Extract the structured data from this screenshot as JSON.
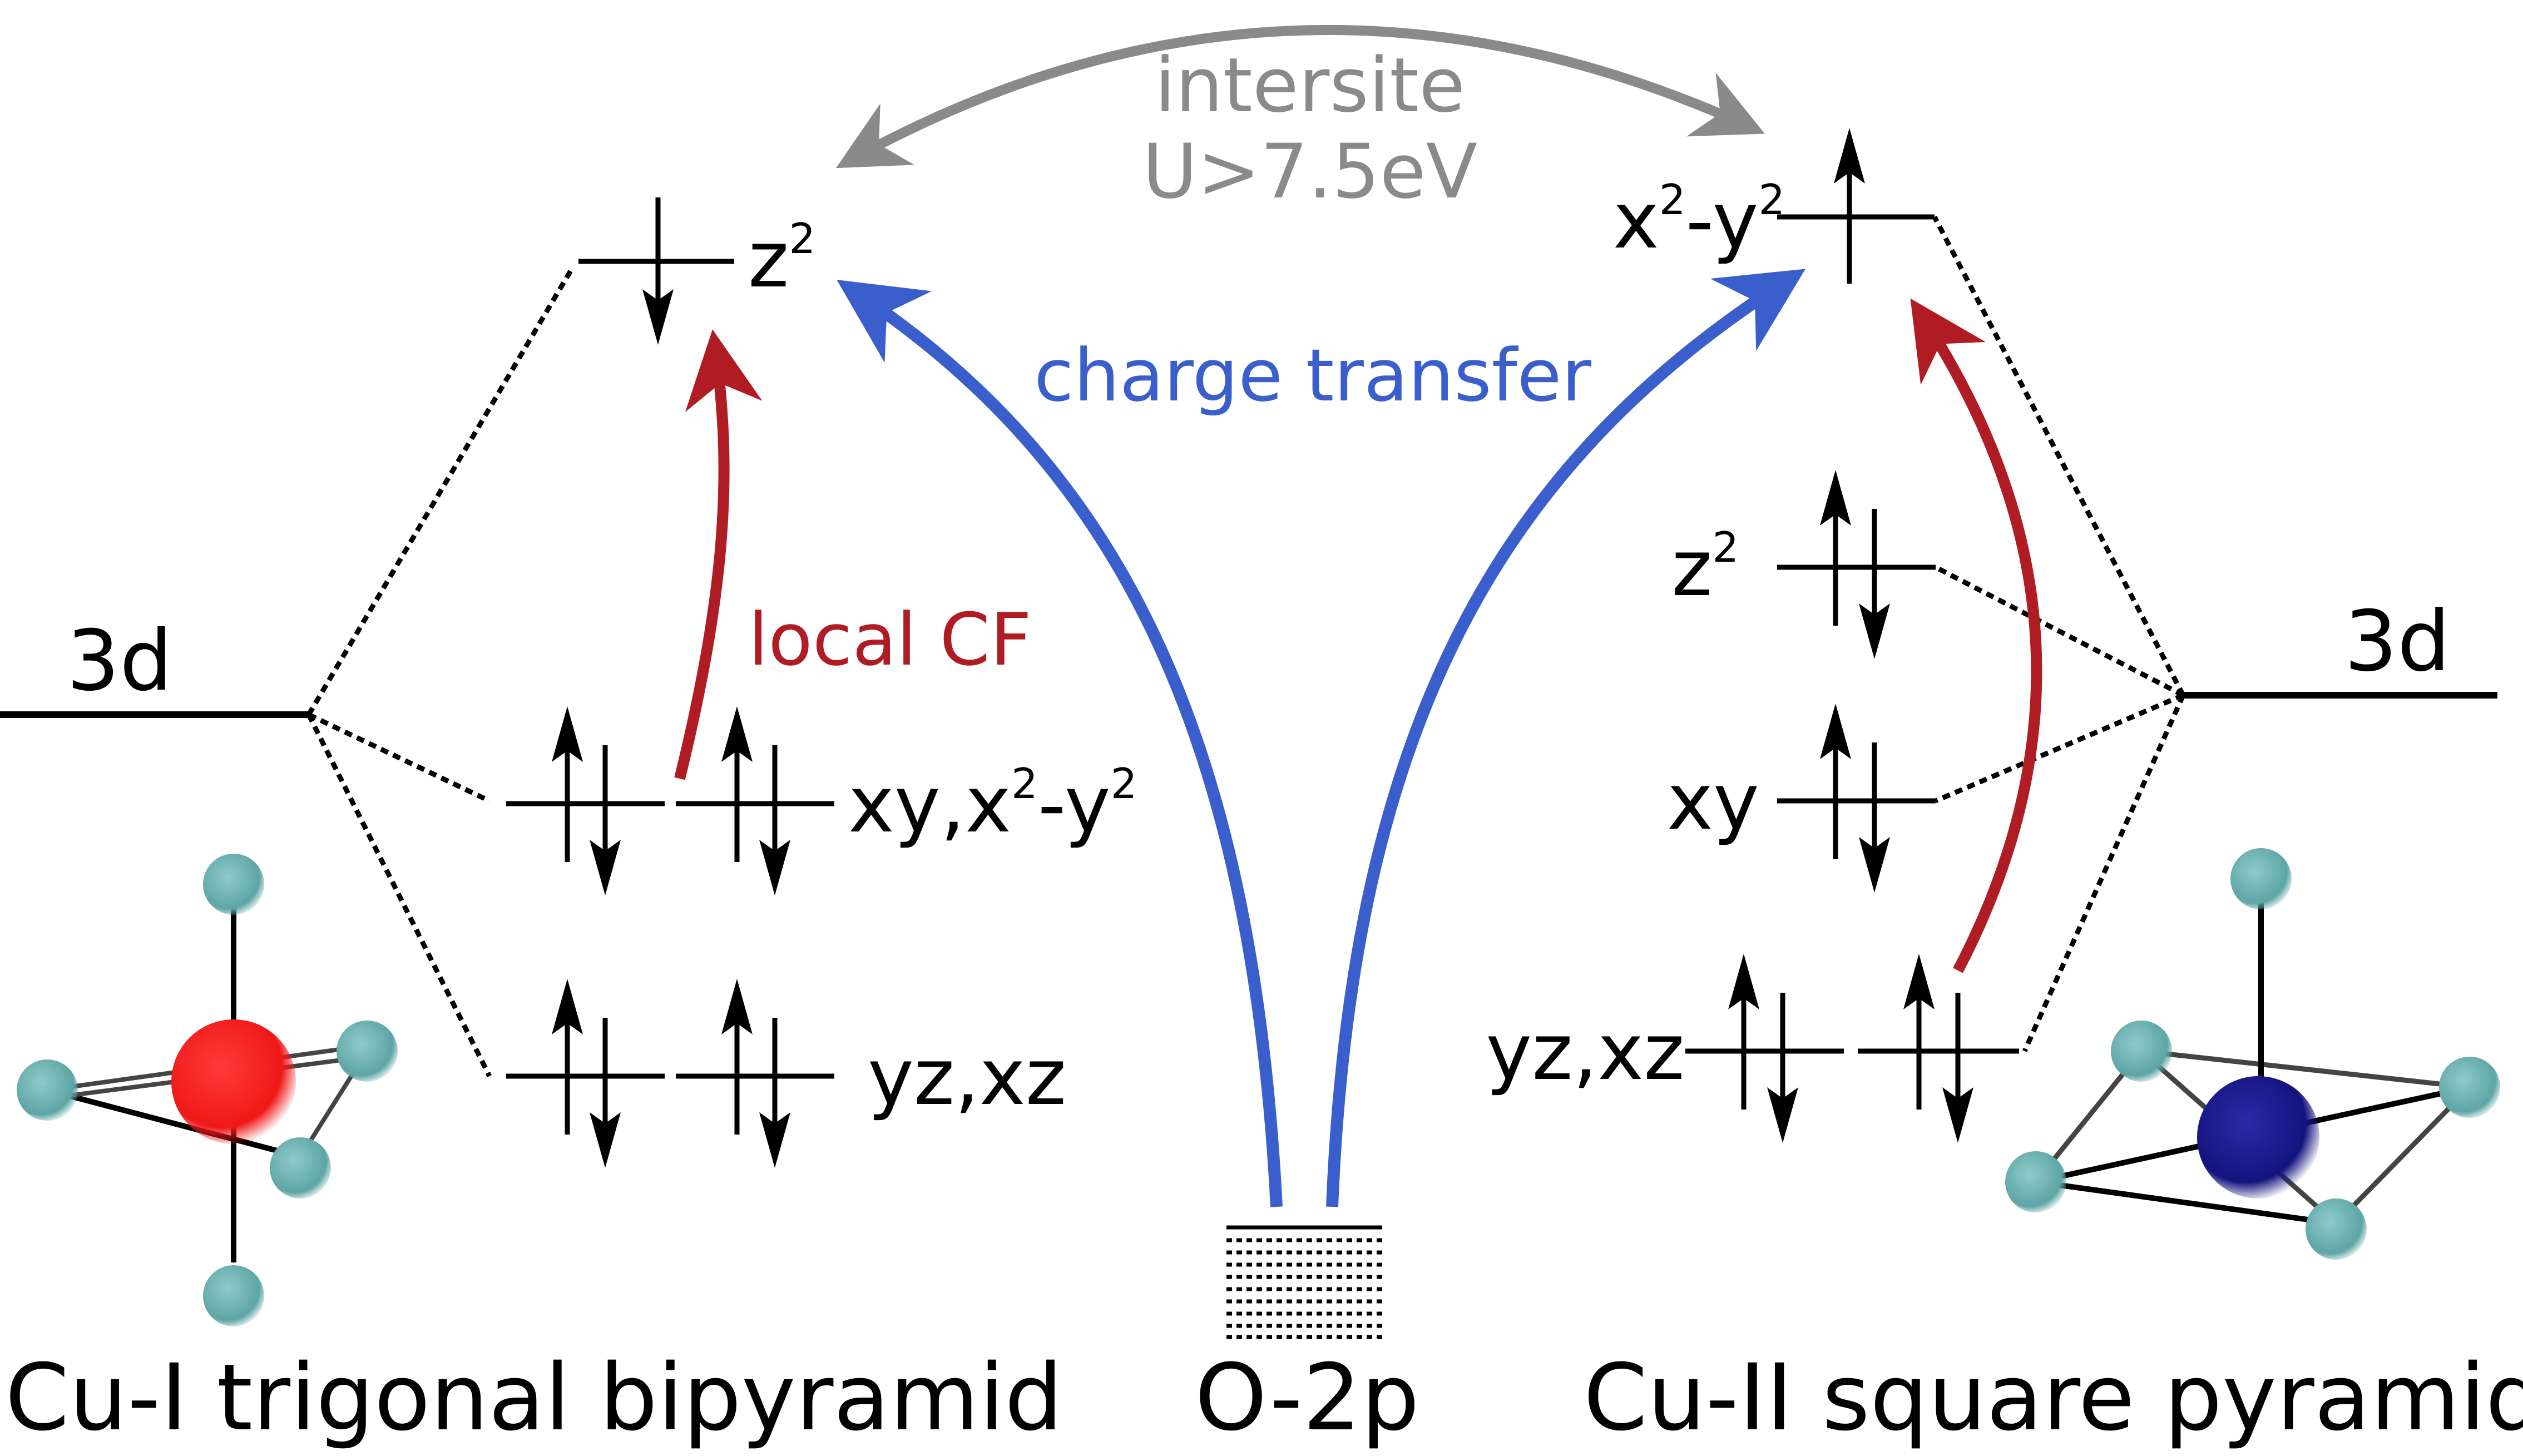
{
  "left": {
    "level_3d": "3d",
    "z2": {
      "main": "z",
      "sup": "2"
    },
    "xy_x2y2": {
      "a": "xy,x",
      "sup1": "2",
      "b": "-y",
      "sup2": "2"
    },
    "yz_xz": "yz,xz",
    "local_cf": "local CF",
    "caption": "Cu-I trigonal bipyramid"
  },
  "right": {
    "level_3d": "3d",
    "x2y2": {
      "a": "x",
      "sup1": "2",
      "b": "-y",
      "sup2": "2"
    },
    "z2": {
      "main": "z",
      "sup": "2"
    },
    "xy": "xy",
    "yz_xz": "yz,xz",
    "caption": "Cu-II square pyramid"
  },
  "center": {
    "intersite_line1": "intersite",
    "intersite_line2": "U>7.5eV",
    "charge_transfer": "charge transfer",
    "caption": "O-2p"
  },
  "colors": {
    "black": "#000000",
    "gray": "#8a8a8a",
    "blue": "#3a5fcd",
    "red": "#b01c24",
    "cu1_atom": "#ff2020",
    "cu2_atom": "#1a1a8c",
    "oxygen": "#6fb3b3"
  }
}
